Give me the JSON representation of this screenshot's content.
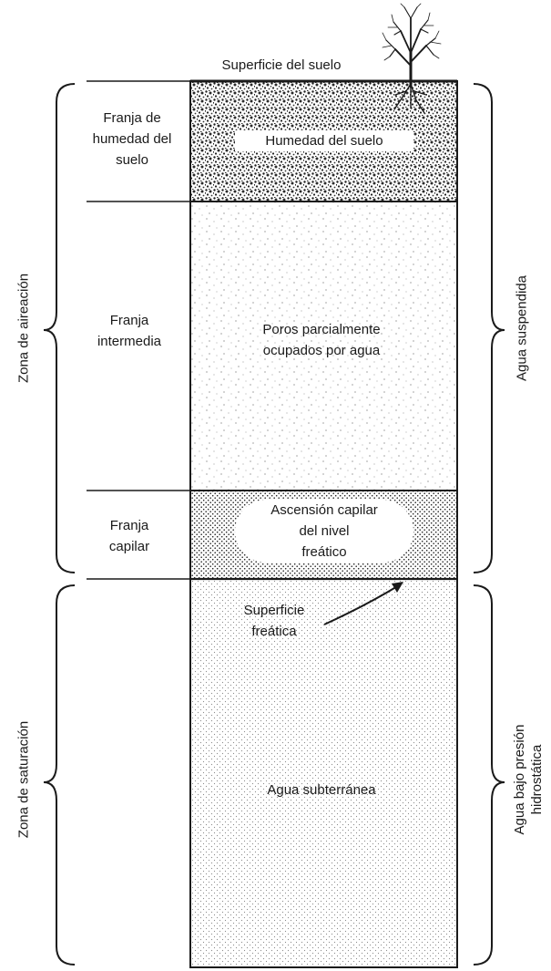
{
  "diagram": {
    "ground_surface": "Superficie del suelo",
    "left_fringes": {
      "soil_moisture": [
        "Franja de",
        "humedad del",
        "suelo"
      ],
      "intermediate": [
        "Franja",
        "intermedia"
      ],
      "capillary": [
        "Franja",
        "capilar"
      ]
    },
    "left_zones": {
      "aeration": "Zona de aireación",
      "saturation": "Zona de saturación"
    },
    "column_layers": {
      "soil_moisture": "Humedad del suelo",
      "intermediate": [
        "Poros parcialmente",
        "ocupados por agua"
      ],
      "capillary": [
        "Ascensión capilar",
        "del nivel",
        "freático"
      ],
      "water_table": [
        "Superficie",
        "freática"
      ],
      "groundwater": "Agua subterránea"
    },
    "right_zones": {
      "suspended": "Agua suspendida",
      "hydrostatic": [
        "Agua bajo presión",
        "hidrostática"
      ]
    },
    "colors": {
      "ink": "#1a1a1a",
      "paper": "#ffffff"
    }
  }
}
